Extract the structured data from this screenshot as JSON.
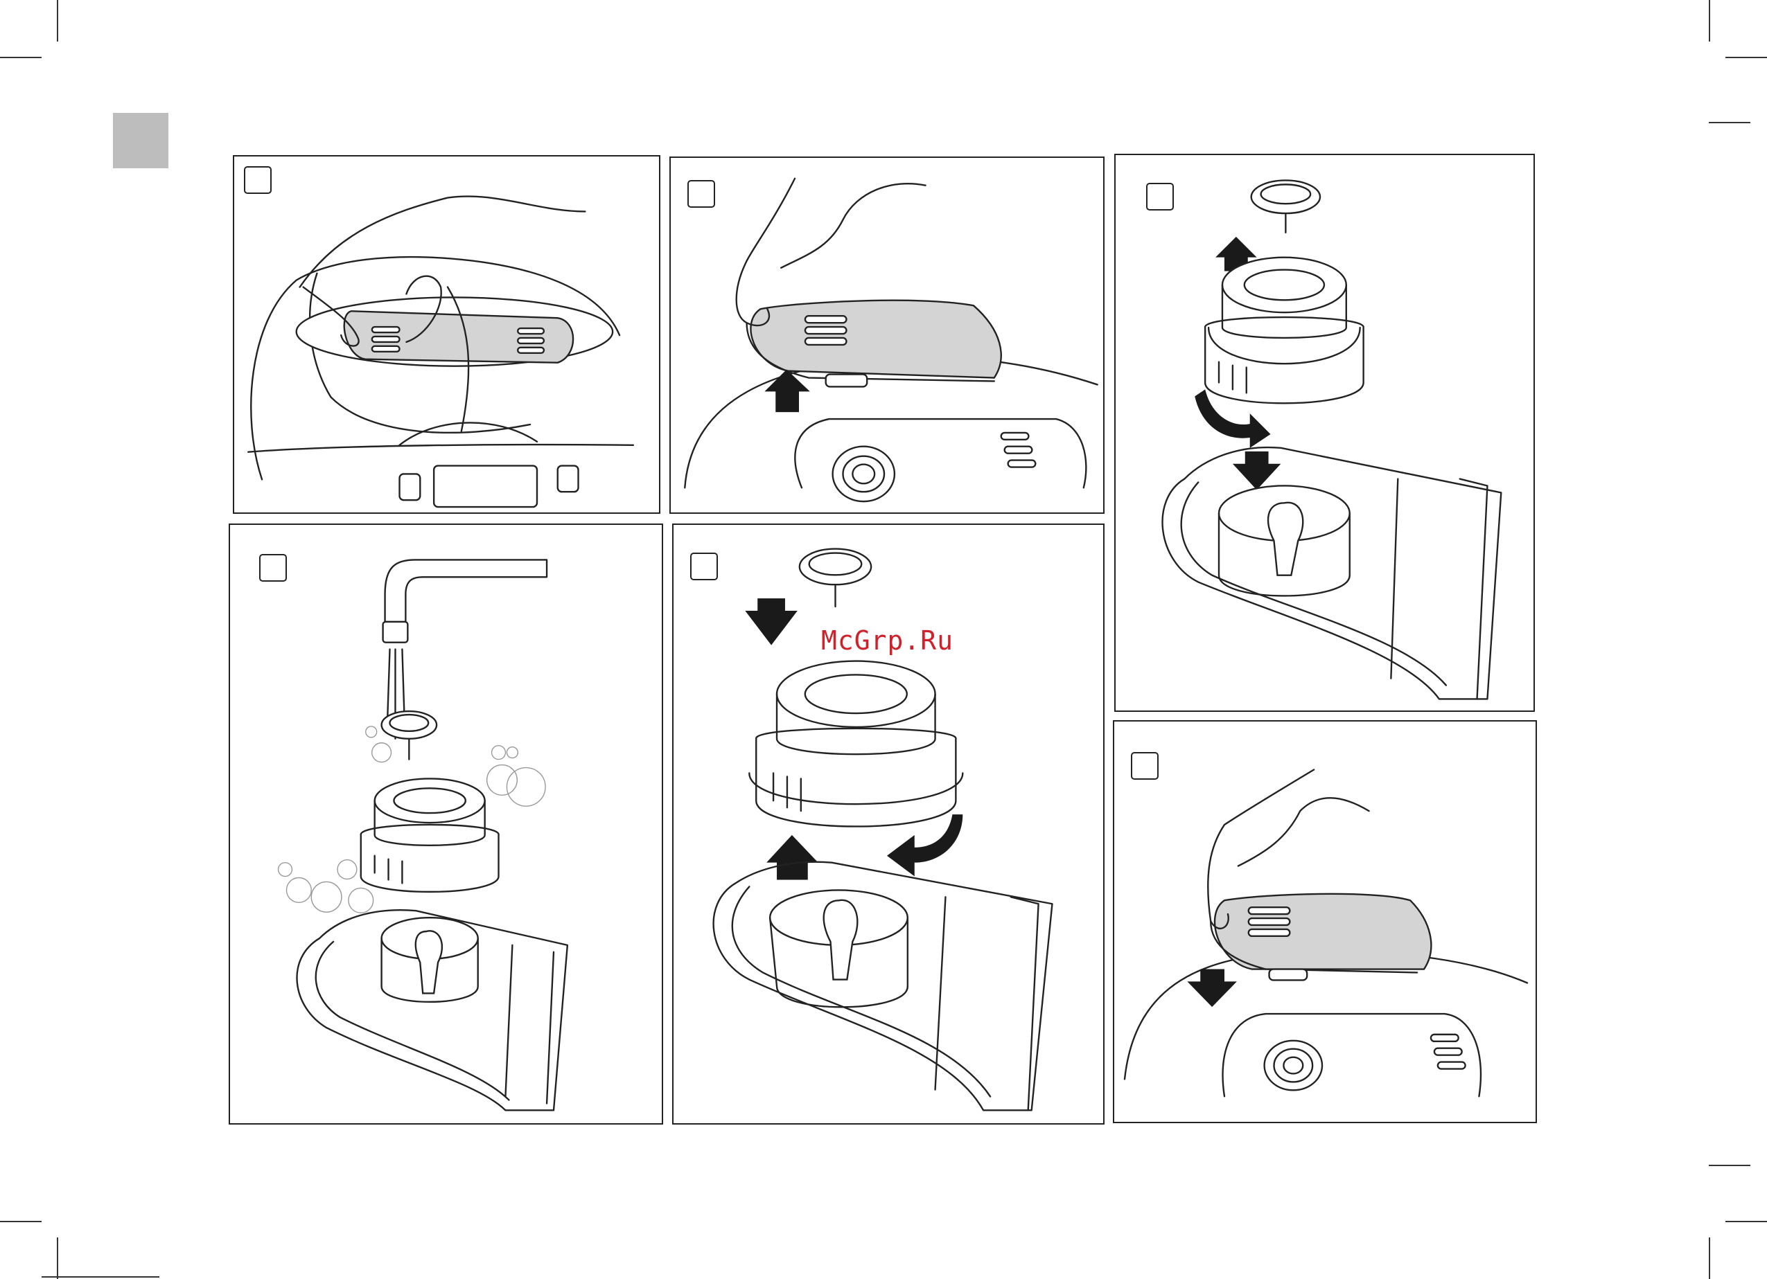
{
  "watermark": "McGrp.Ru",
  "panels": [
    {
      "id": 1,
      "caption": ""
    },
    {
      "id": 2,
      "caption": ""
    },
    {
      "id": 3,
      "caption": ""
    },
    {
      "id": 4,
      "caption": ""
    },
    {
      "id": 5,
      "caption": ""
    },
    {
      "id": 6,
      "caption": ""
    }
  ],
  "colors": {
    "tab": "#bdbdbd",
    "watermark": "#d0202a",
    "vent_cover": "#d4d4d4",
    "arrow": "#1a1a1a"
  },
  "icons": [
    "up-arrow-icon",
    "down-arrow-icon",
    "rotate-arrow-icon"
  ]
}
